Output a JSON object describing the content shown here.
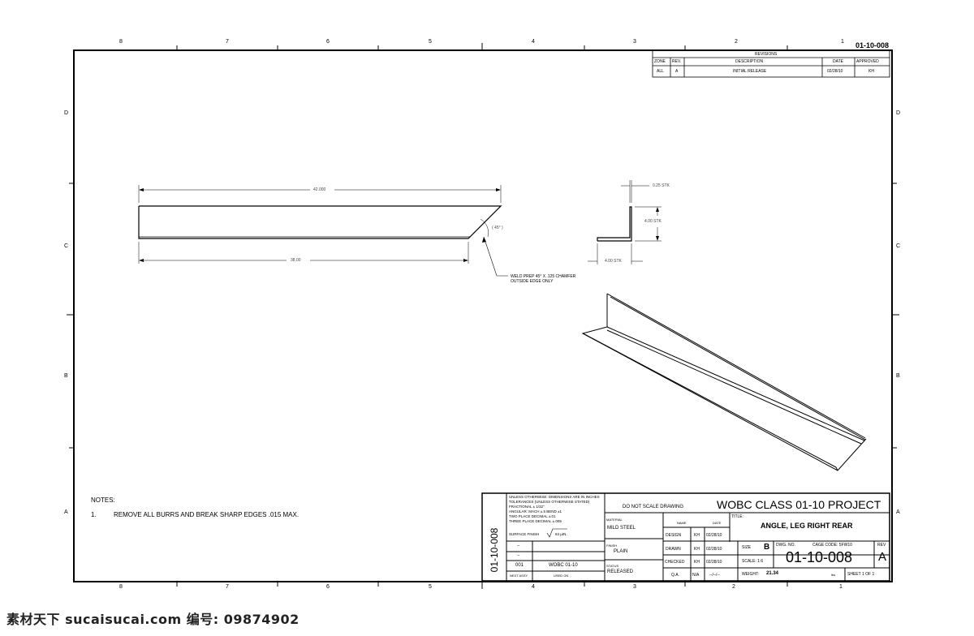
{
  "sheet_number_top": "01-10-008",
  "zones": {
    "columns": [
      "8",
      "7",
      "6",
      "5",
      "4",
      "3",
      "2",
      "1"
    ],
    "rows": [
      "D",
      "C",
      "B",
      "A"
    ]
  },
  "revisions": {
    "title": "REVISIONS",
    "headers": {
      "zone": "ZONE",
      "rev": "REV.",
      "description": "DESCRIPTION",
      "date": "DATE",
      "approved": "APPROVED"
    },
    "row": {
      "zone": "ALL",
      "rev": "A",
      "description": "INITIAL RELEASE",
      "date": "02/28/10",
      "approved": "KH"
    }
  },
  "dimensions": {
    "overall_length": "42.000",
    "inner_length": "38.00",
    "angle": "( 45° )",
    "thickness": "0.25 STK",
    "leg_vertical": "4.00 STK",
    "leg_horizontal": "4.00 STK",
    "weld_note_1": "WELD PREP 45° X .125 CHAMFER",
    "weld_note_2": "OUTSIDE EDGE ONLY"
  },
  "notes": {
    "heading": "NOTES:",
    "item_number": "1.",
    "item_text": "REMOVE ALL BURRS AND BREAK SHARP EDGES .015 MAX."
  },
  "title_block": {
    "vertical_number": "01-10-008",
    "tolerance_lines": [
      "UNLESS OTHERWISE: DIMENSIONS ARE IN INCHES",
      "TOLERANCES (UNLESS OTHERWISE STATED)",
      "FRACTIONAL ± 1/32\"",
      "ANGULAR: MACH ±.5 BEND ±1",
      "TWO PLACE DECIMAL ±.01",
      "THREE PLACE DECIMAL ±.005"
    ],
    "surface_finish": "SURFACE FINISH",
    "finish_value": "63 µIN.",
    "dash1": "--",
    "dash2": "--",
    "qty": "001",
    "next_assy_value": "WOBC 01-10",
    "next_assy_label": "NEXT ASSY",
    "used_on_label": "USED ON",
    "do_not_scale": "DO NOT SCALE DRAWING",
    "project_title": "WOBC CLASS 01-10 PROJECT",
    "material_label": "MATERIAL",
    "material_value": "MILD STEEL",
    "finish_label": "FINISH",
    "finish_text": "PLAIN",
    "status_label": "STATUS",
    "status_value": "RELEASED",
    "name_label": "NAME",
    "date_label": "DATE",
    "title_label": "TITLE:",
    "part_title": "ANGLE, LEG RIGHT REAR",
    "rows": [
      {
        "role": "DESIGN",
        "name": "KH",
        "date": "02/28/10"
      },
      {
        "role": "DRAWN",
        "name": "KH",
        "date": "02/28/10"
      },
      {
        "role": "CHECKED",
        "name": "KH",
        "date": "02/28/10"
      },
      {
        "role": "Q.A.",
        "name": "N/A",
        "date": "--/--/--"
      }
    ],
    "size_label": "SIZE",
    "size_value": "B",
    "dwg_label": "DWG. NO.",
    "cage_label": "CAGE CODE: 5FW10",
    "rev_label": "REV",
    "dwg_number": "01-10-008",
    "rev_value": "A",
    "scale": "SCALE: 1:6",
    "weight_label": "WEIGHT:",
    "weight_value": "21.34",
    "lbs": "lbs",
    "sheet": "SHEET 1 OF 1"
  },
  "watermark": "素材天下 sucaisucai.com  编号: 09874902"
}
